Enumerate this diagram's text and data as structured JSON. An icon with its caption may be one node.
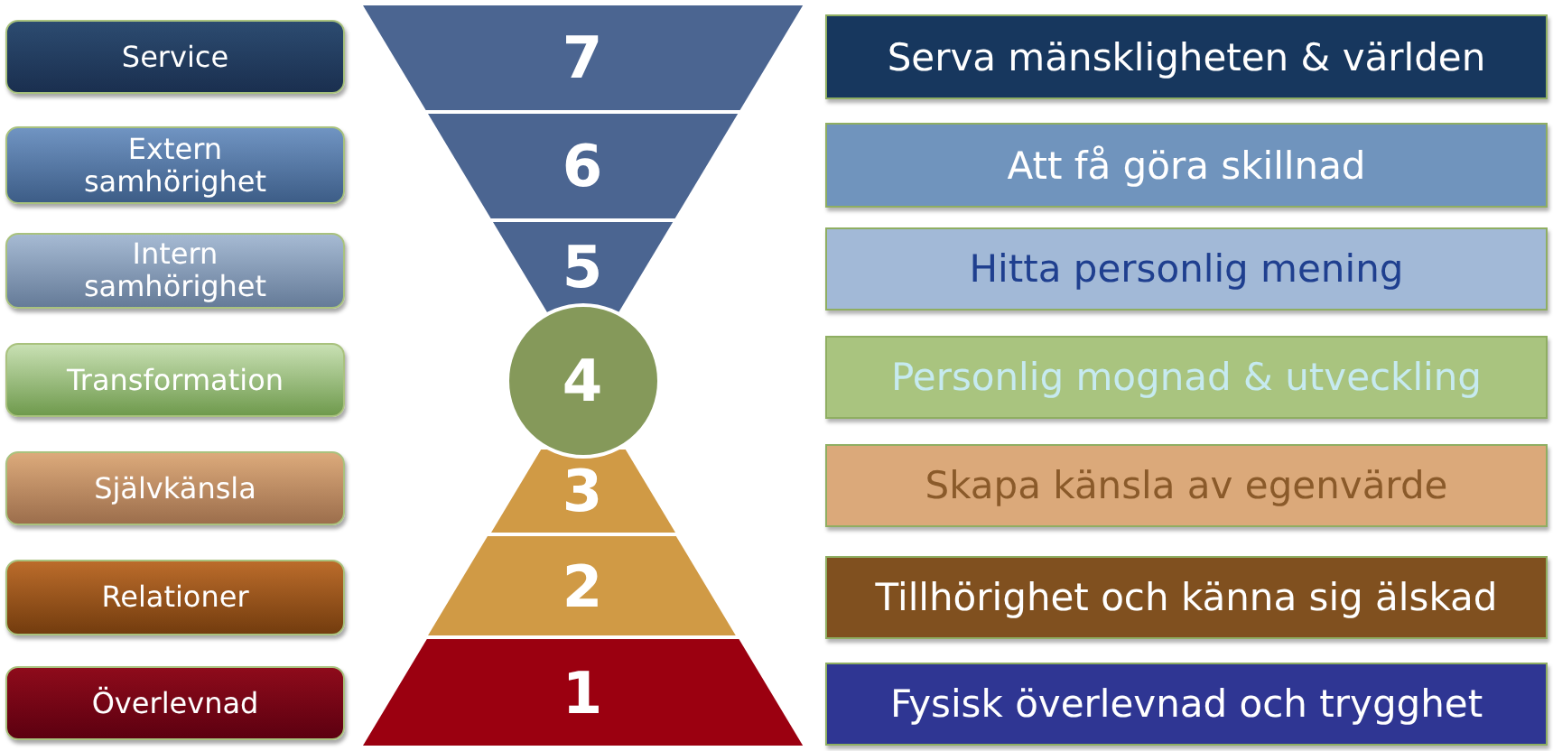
{
  "diagram": {
    "nodes": [
      {
        "text": [
          "Service"
        ]
      },
      {
        "text": [
          "7"
        ]
      },
      {
        "text": [
          "Serva mänskligheten & världen"
        ]
      },
      {
        "text": [
          "Extern samhörighet"
        ]
      },
      {
        "text": [
          "6"
        ]
      },
      {
        "text": [
          "Att få göra skillnad"
        ]
      },
      {
        "text": [
          "Intern samhörighet"
        ]
      },
      {
        "text": [
          "5"
        ]
      },
      {
        "text": [
          "Hitta personlig mening"
        ]
      },
      {
        "text": [
          "Transformation"
        ]
      },
      {
        "text": [
          "4"
        ]
      },
      {
        "text": [
          "Personlig mognad & utveckling"
        ]
      },
      {
        "text": [
          "Självkänsla"
        ]
      },
      {
        "text": [
          "3"
        ]
      },
      {
        "text": [
          "Skapa känsla av egenvärde"
        ]
      },
      {
        "text": [
          "Relationer"
        ]
      },
      {
        "text": [
          "2"
        ]
      },
      {
        "text": [
          "Tillhörighet och känna sig älskad"
        ]
      },
      {
        "text": [
          "Överlevnad"
        ]
      },
      {
        "text": [
          "1"
        ]
      },
      {
        "text": [
          "Fysisk överlevnad och trygghet"
        ]
      }
    ]
  }
}
